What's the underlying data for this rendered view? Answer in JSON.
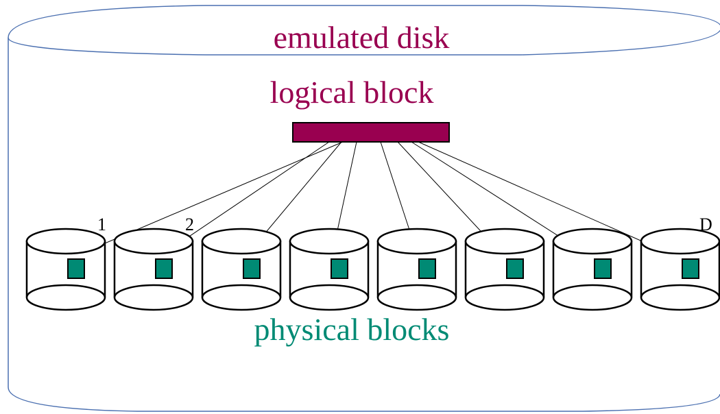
{
  "labels": {
    "emulated_disk": "emulated disk",
    "logical_block": "logical block",
    "physical_blocks": "physical blocks",
    "disk_numbers": [
      "1",
      "2",
      "D"
    ]
  },
  "colors": {
    "outer_outline": "#4a6fb0",
    "logical_block": "#990050",
    "physical_block": "#008a74",
    "title_text": "#990050",
    "physical_text": "#008a74"
  },
  "disks": [
    {
      "id": 1,
      "number_label": "1"
    },
    {
      "id": 2,
      "number_label": "2"
    },
    {
      "id": 3,
      "number_label": ""
    },
    {
      "id": 4,
      "number_label": ""
    },
    {
      "id": 5,
      "number_label": ""
    },
    {
      "id": 6,
      "number_label": ""
    },
    {
      "id": 7,
      "number_label": ""
    },
    {
      "id": 8,
      "number_label": "D"
    }
  ]
}
